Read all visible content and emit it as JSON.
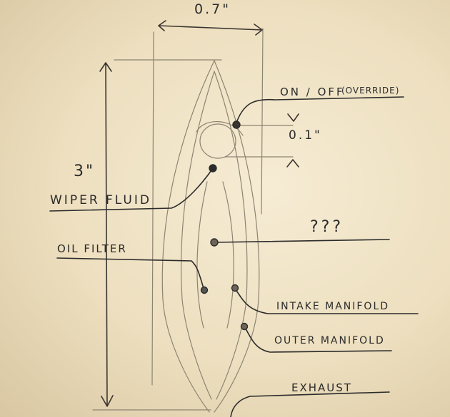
{
  "dimensions": {
    "width": "0.7\"",
    "height": "3\"",
    "button_gap": "0.1\""
  },
  "labels": {
    "on_off": "ON / OFF",
    "override": "(OVERRIDE)",
    "wiper_fluid": "WIPER FLUID",
    "unknown": "???",
    "oil_filter": "OIL FILTER",
    "intake_manifold": "INTAKE MANIFOLD",
    "outer_manifold": "OUTER MANIFOLD",
    "exhaust": "EXHAUST"
  },
  "colors": {
    "paper": "#efe3c6",
    "ink": "#2b2b2b",
    "pencil": "#8c8472"
  }
}
